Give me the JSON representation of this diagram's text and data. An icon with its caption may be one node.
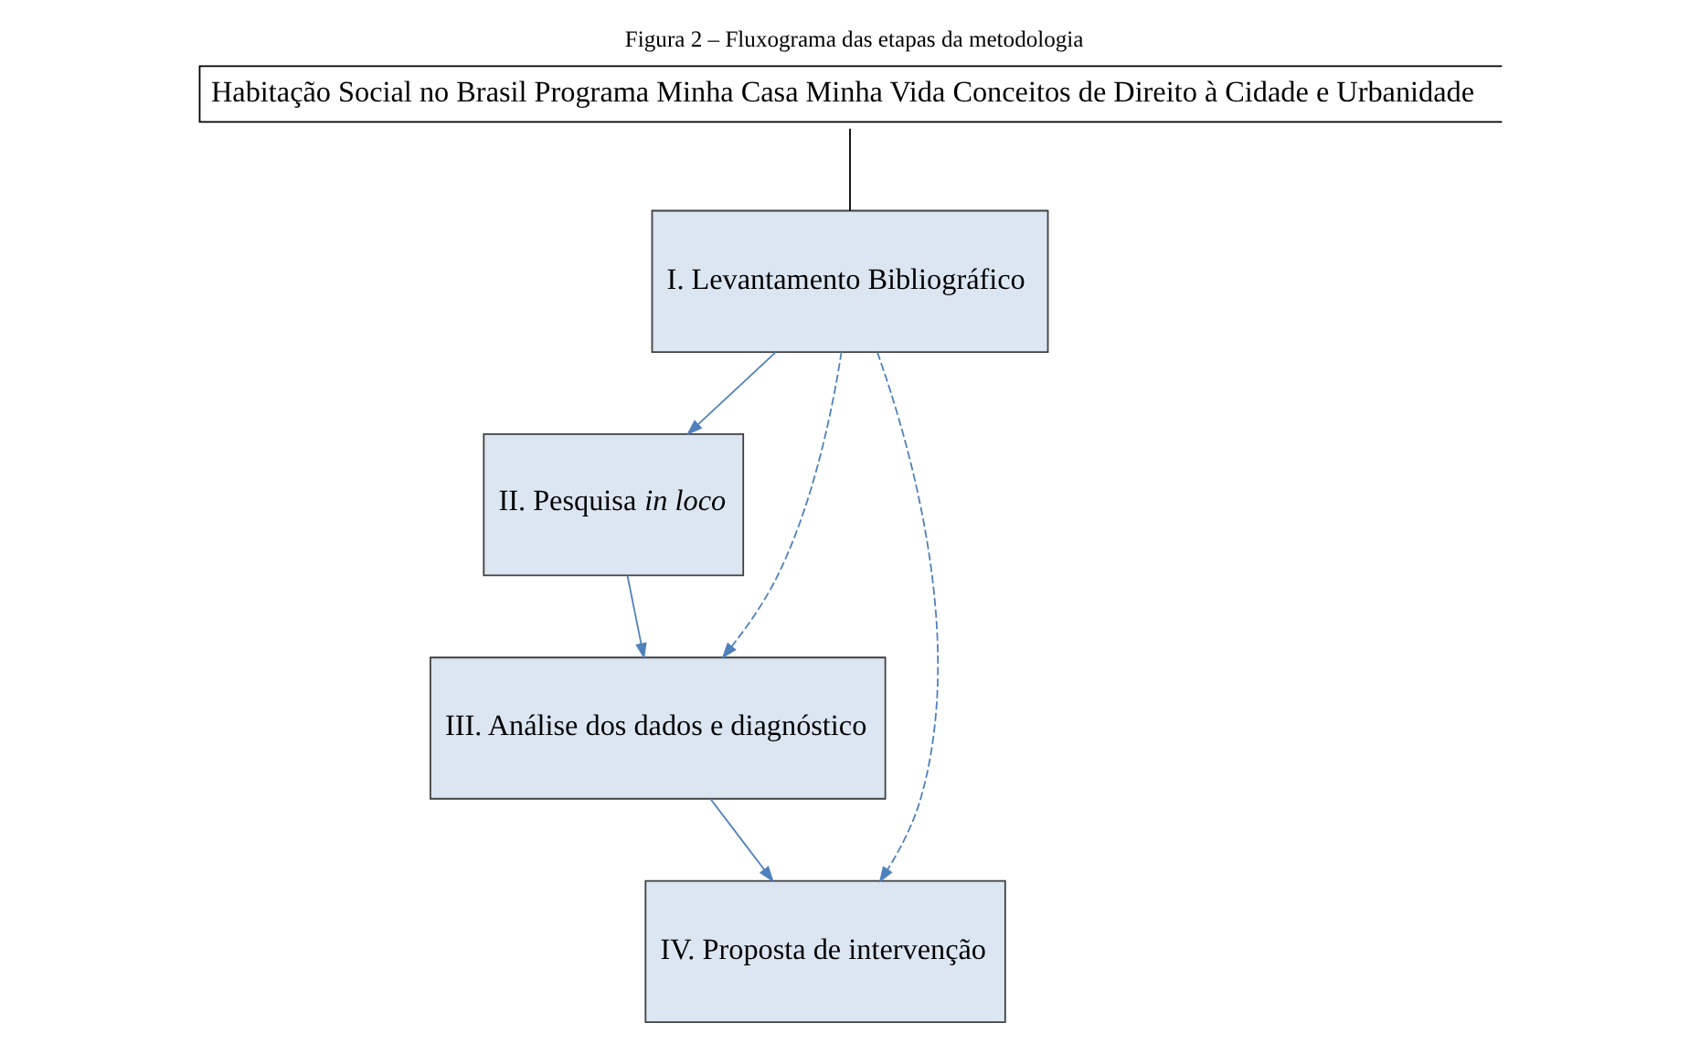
{
  "diagram": {
    "title": "Figura 2 – Fluxograma das etapas da metodologia",
    "nodes": [
      {
        "text": [
          "Habitação Social no Brasil Programa Minha Casa Minha Vida Conceitos de Direito à Cidade e Urbanidade"
        ]
      },
      {
        "text": [
          "I. Levantamento Bibliográfico"
        ]
      },
      {
        "text": [
          "II. Pesquisa *in loco*"
        ]
      },
      {
        "text": [
          "III. Análise dos dados e diagnóstico"
        ]
      },
      {
        "text": [
          "IV. Proposta de intervenção"
        ]
      }
    ],
    "edges": [
      {
        "from": 1,
        "to": 0,
        "arrow": "none",
        "color": "#000000"
      },
      {
        "from": 1,
        "to": 2,
        "arrow": "to"
      },
      {
        "from": 1,
        "to": 3,
        "arrow": "to",
        "style": "dashed"
      },
      {
        "from": 1,
        "to": 4,
        "arrow": "to",
        "style": "dashed"
      },
      {
        "from": 2,
        "to": 3,
        "arrow": "to"
      },
      {
        "from": 3,
        "to": 4,
        "arrow": "to"
      }
    ]
  }
}
